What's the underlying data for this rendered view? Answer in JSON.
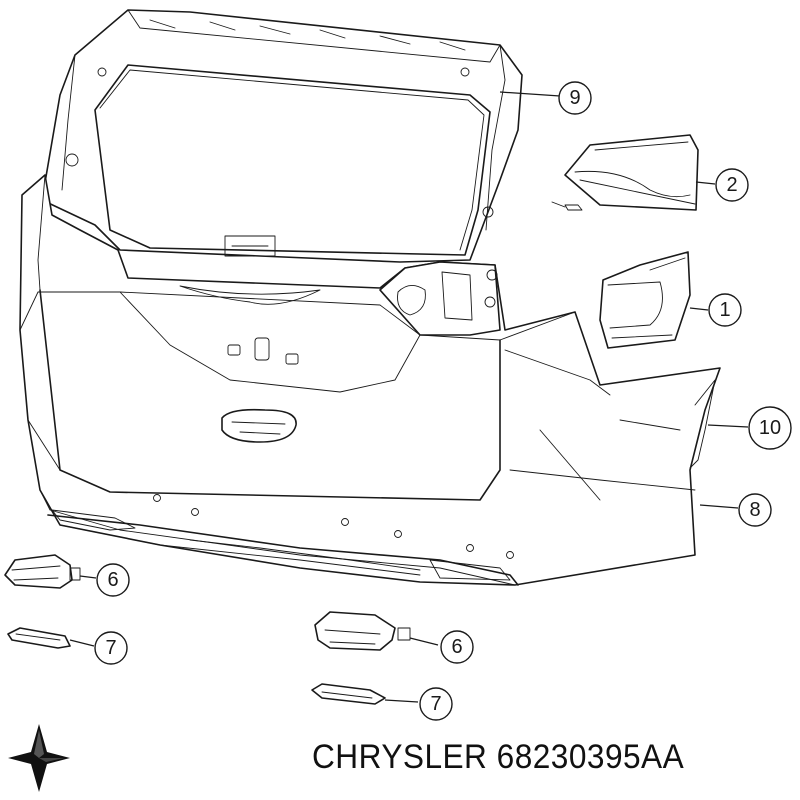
{
  "diagram": {
    "callouts": [
      {
        "id": "c9",
        "label": "9"
      },
      {
        "id": "c2",
        "label": "2"
      },
      {
        "id": "c1",
        "label": "1"
      },
      {
        "id": "c10",
        "label": "10"
      },
      {
        "id": "c8",
        "label": "8"
      },
      {
        "id": "c6a",
        "label": "6"
      },
      {
        "id": "c7a",
        "label": "7"
      },
      {
        "id": "c6b",
        "label": "6"
      },
      {
        "id": "c7b",
        "label": "7"
      }
    ]
  },
  "footer": {
    "brand": "CHRYSLER",
    "part_number": "68230395AA",
    "logo_icon": "chrysler-pentastar-icon"
  },
  "colors": {
    "line": "#1a1a1a",
    "background": "#ffffff"
  }
}
